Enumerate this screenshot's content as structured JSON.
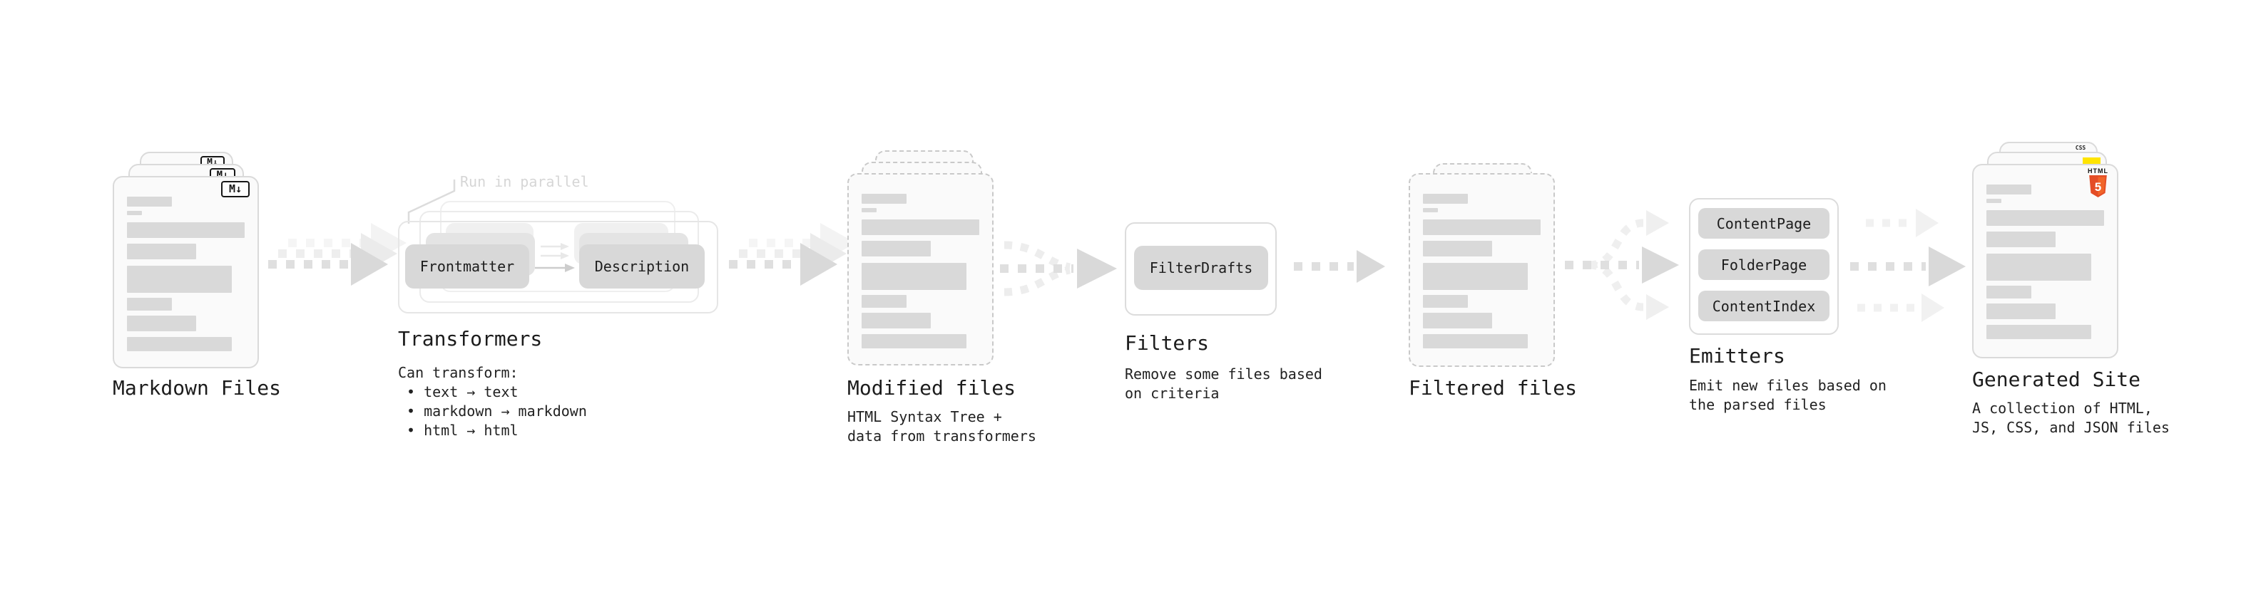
{
  "stages": {
    "markdown_files": {
      "title": "Markdown Files",
      "badge_label": "M↓"
    },
    "transformers": {
      "title": "Transformers",
      "annotation": "Run in parallel",
      "nodes": [
        "Frontmatter",
        "Description"
      ],
      "description_heading": "Can transform:",
      "description_bullets": [
        "• text → text",
        "• markdown → markdown",
        "• html → html"
      ]
    },
    "modified_files": {
      "title": "Modified files",
      "description_lines": [
        "HTML Syntax Tree +",
        "data from transformers"
      ]
    },
    "filters": {
      "title": "Filters",
      "nodes": [
        "FilterDrafts"
      ],
      "description_lines": [
        "Remove some files based",
        "on criteria"
      ]
    },
    "filtered_files": {
      "title": "Filtered files"
    },
    "emitters": {
      "title": "Emitters",
      "nodes": [
        "ContentPage",
        "FolderPage",
        "ContentIndex"
      ],
      "description_lines": [
        "Emit new files based on",
        "the parsed files"
      ]
    },
    "generated_site": {
      "title": "Generated Site",
      "description_lines": [
        "A collection of HTML,",
        "JS, CSS, and JSON files"
      ],
      "badges": {
        "css_label": "CSS",
        "html_label": "HTML",
        "html_number": "5"
      }
    }
  },
  "colors": {
    "background": "#ffffff",
    "card_fill": "#fafafa",
    "card_border": "#dadada",
    "dashed_border": "#c9c9c9",
    "placeholder_bar": "#d9d9d9",
    "node_fill": "#d8d8d8",
    "text_primary": "#1e1e1e",
    "annotation_muted": "#d6d6d6",
    "arrow_dark": "#dedede",
    "arrow_light": "#eeeeee",
    "html5_orange": "#e44d26",
    "js_yellow": "#ffe400",
    "css_blue": "#2965f1"
  }
}
